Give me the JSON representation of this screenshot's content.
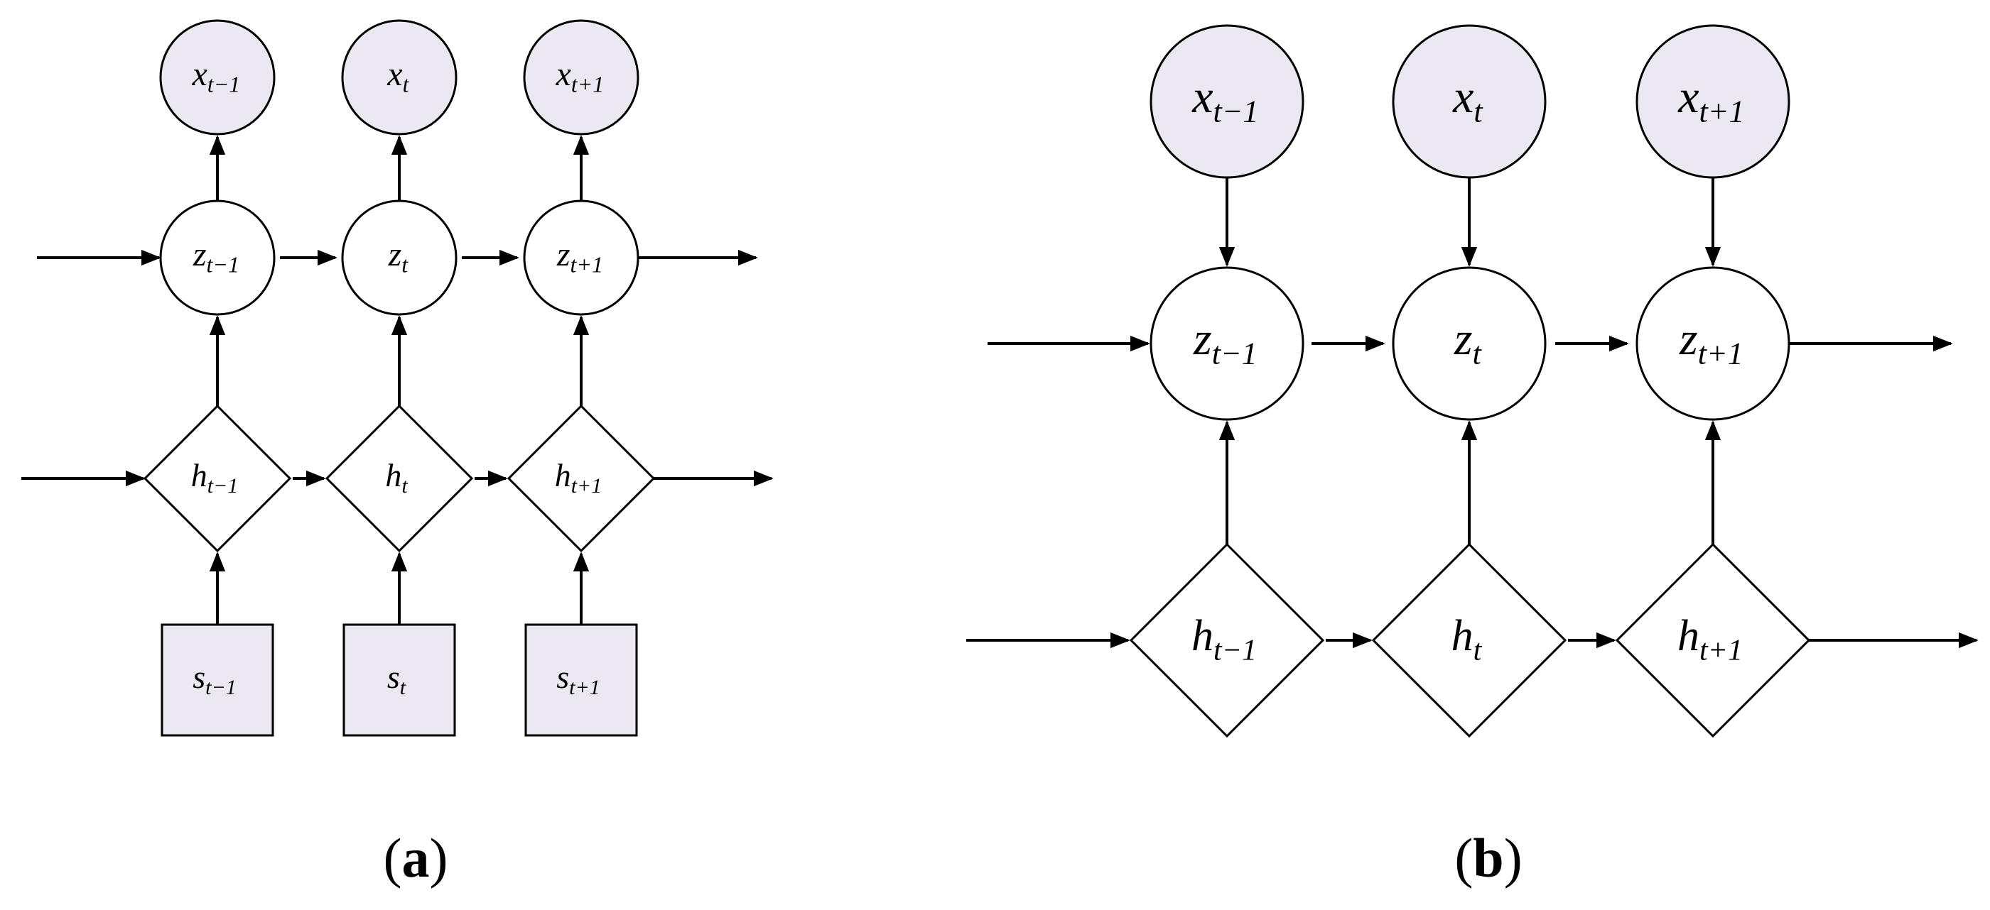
{
  "colors": {
    "observed_fill": "#ebe8f1",
    "latent_fill": "#ffffff",
    "stroke": "#000000"
  },
  "panel_a": {
    "label_open": "(",
    "label_letter": "a",
    "label_close": ")",
    "x_nodes": [
      {
        "base": "x",
        "sub": "t−1"
      },
      {
        "base": "x",
        "sub": "t"
      },
      {
        "base": "x",
        "sub": "t+1"
      }
    ],
    "z_nodes": [
      {
        "base": "z",
        "sub": "t−1"
      },
      {
        "base": "z",
        "sub": "t"
      },
      {
        "base": "z",
        "sub": "t+1"
      }
    ],
    "h_nodes": [
      {
        "base": "h",
        "sub": "t−1"
      },
      {
        "base": "h",
        "sub": "t"
      },
      {
        "base": "h",
        "sub": "t+1"
      }
    ],
    "s_nodes": [
      {
        "base": "s",
        "sub": "t−1"
      },
      {
        "base": "s",
        "sub": "t"
      },
      {
        "base": "s",
        "sub": "t+1"
      }
    ]
  },
  "panel_b": {
    "label_open": "(",
    "label_letter": "b",
    "label_close": ")",
    "x_nodes": [
      {
        "base": "x",
        "sub": "t−1"
      },
      {
        "base": "x",
        "sub": "t"
      },
      {
        "base": "x",
        "sub": "t+1"
      }
    ],
    "z_nodes": [
      {
        "base": "z",
        "sub": "t−1"
      },
      {
        "base": "z",
        "sub": "t"
      },
      {
        "base": "z",
        "sub": "t+1"
      }
    ],
    "h_nodes": [
      {
        "base": "h",
        "sub": "t−1"
      },
      {
        "base": "h",
        "sub": "t"
      },
      {
        "base": "h",
        "sub": "t+1"
      }
    ]
  }
}
